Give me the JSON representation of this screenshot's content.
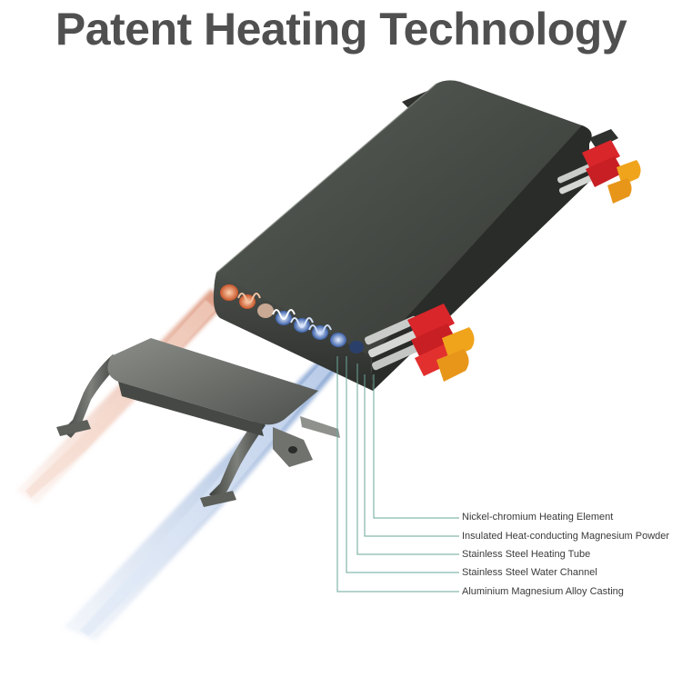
{
  "title": "Patent Heating Technology",
  "callouts": [
    "Nickel-chromium Heating Element",
    "Insulated Heat-conducting Magnesium Powder",
    "Stainless Steel Heating Tube",
    "Stainless Steel Water Channel",
    "Aluminium Magnesium Alloy Casting"
  ],
  "colors": {
    "title": "#505050",
    "casing": "#3c3f3b",
    "terminal_red": "#d8262b",
    "terminal_amber": "#f0a41c",
    "hot_water": "#e8a38a",
    "cold_water": "#7fa2d4",
    "leader_line": "#6aa79a"
  }
}
